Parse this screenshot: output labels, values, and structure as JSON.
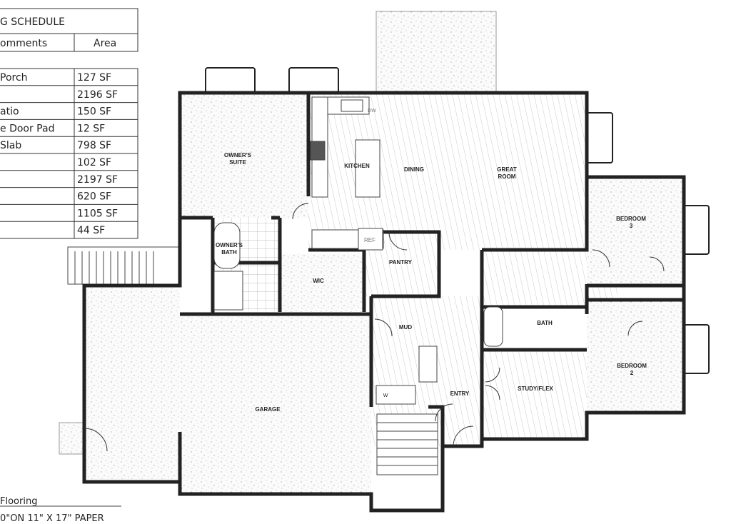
{
  "schedule": {
    "title": "G SCHEDULE",
    "col_comments": "omments",
    "col_area": "Area",
    "rows": [
      {
        "comment": "Porch",
        "area": "127 SF"
      },
      {
        "comment": "",
        "area": "2196 SF"
      },
      {
        "comment": "atio",
        "area": "150 SF"
      },
      {
        "comment": "e Door Pad",
        "area": "12 SF"
      },
      {
        "comment": " Slab",
        "area": "798 SF"
      },
      {
        "comment": "",
        "area": "102 SF"
      },
      {
        "comment": "",
        "area": "2197 SF"
      },
      {
        "comment": "",
        "area": "620 SF"
      },
      {
        "comment": "",
        "area": "1105 SF"
      },
      {
        "comment": "",
        "area": "44 SF"
      }
    ]
  },
  "rooms": {
    "owners_suite": [
      "OWNER'S",
      "SUITE"
    ],
    "kitchen": "KITCHEN",
    "dining": "DINING",
    "great_room": [
      "GREAT",
      "ROOM"
    ],
    "bedroom3": [
      "BEDROOM",
      "3"
    ],
    "owners_bath": [
      "OWNER'S",
      "BATH"
    ],
    "wic": "WIC",
    "pantry": "PANTRY",
    "bath": "BATH",
    "mud": "MUD",
    "bedroom2": [
      "BEDROOM",
      "2"
    ],
    "study": "STUDY/FLEX",
    "entry": "ENTRY",
    "garage": "GARAGE",
    "ref": "REF",
    "dw": "DW",
    "washer": "W"
  },
  "notes": {
    "flooring": "Flooring",
    "paper": "0\"ON 11\" X 17\" PAPER"
  },
  "colors": {
    "wall": "#222222",
    "line": "#555555",
    "fill": "#ffffff"
  }
}
